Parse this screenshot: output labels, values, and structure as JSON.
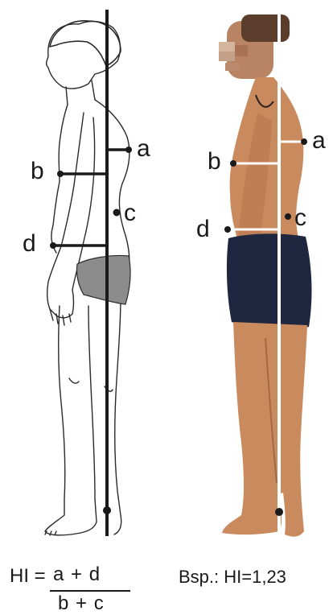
{
  "diagram": {
    "left_panel": {
      "style": "line drawing",
      "labels": {
        "a": "a",
        "b": "b",
        "c": "c",
        "d": "d"
      }
    },
    "right_panel": {
      "style": "photo (face pixelated)",
      "labels": {
        "a": "a",
        "b": "b",
        "c": "c",
        "d": "d"
      }
    },
    "colors": {
      "left_lines": "#1a1a1a",
      "right_lines": "#ffffff",
      "skin": "#c98a5e",
      "shorts": "#1f2740",
      "underwear": "#8c8c8c"
    }
  },
  "formula": {
    "lhs": "HI =",
    "numerator": "a + d",
    "denominator": "b + c"
  },
  "example": "Bsp.: HI=1,23"
}
